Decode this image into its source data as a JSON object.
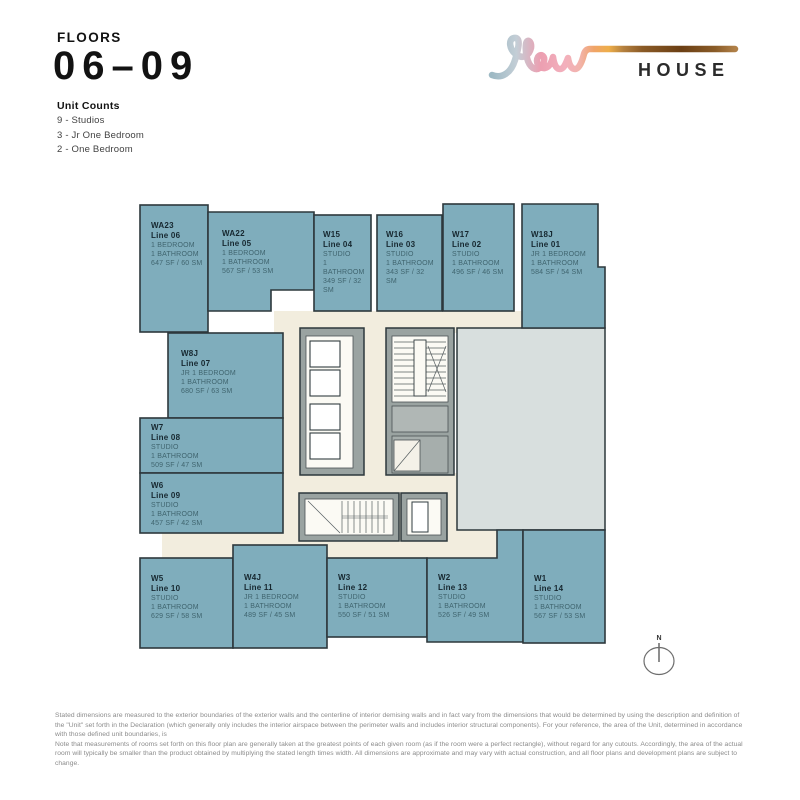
{
  "header": {
    "floors_label": "FLOORS",
    "floors_range": "06–09",
    "unit_counts_title": "Unit Counts",
    "unit_counts": [
      "9 - Studios",
      "3 - Jr One Bedroom",
      "2 - One Bedroom"
    ]
  },
  "logo": {
    "brand_script": "flow",
    "brand_text": "HOUSE"
  },
  "colors": {
    "unit_fill": "#7fadbc",
    "corridor_fill": "#f2edde",
    "open_area_fill": "#d8dfde",
    "core_wall": "#9aa3a1",
    "wall_line": "#2d383c",
    "unit_title_text": "#16272f",
    "unit_detail_text": "#40656f",
    "logo_script_blue": "#9db9c4",
    "logo_script_pink": "#f0a3b5",
    "logo_script_orange": "#eeae4a",
    "logo_tail_brown": "#6b3f14"
  },
  "floorplan": {
    "units": [
      {
        "id": "WA23",
        "line": "Line 06",
        "rooms": [
          "1 BEDROOM",
          "1 BATHROOM"
        ],
        "area": "647 SF / 60 SM"
      },
      {
        "id": "WA22",
        "line": "Line 05",
        "rooms": [
          "1 BEDROOM",
          "1 BATHROOM"
        ],
        "area": "567 SF / 53 SM"
      },
      {
        "id": "W15",
        "line": "Line 04",
        "rooms": [
          "STUDIO",
          "1 BATHROOM"
        ],
        "area": "349 SF / 32 SM"
      },
      {
        "id": "W16",
        "line": "Line 03",
        "rooms": [
          "STUDIO",
          "1 BATHROOM"
        ],
        "area": "343 SF / 32 SM"
      },
      {
        "id": "W17",
        "line": "Line 02",
        "rooms": [
          "STUDIO",
          "1 BATHROOM"
        ],
        "area": "496 SF / 46 SM"
      },
      {
        "id": "W18J",
        "line": "Line 01",
        "rooms": [
          "JR 1 BEDROOM",
          "1 BATHROOM"
        ],
        "area": "584 SF / 54 SM"
      },
      {
        "id": "W8J",
        "line": "Line 07",
        "rooms": [
          "JR 1 BEDROOM",
          "1 BATHROOM"
        ],
        "area": "680 SF / 63 SM"
      },
      {
        "id": "W7",
        "line": "Line 08",
        "rooms": [
          "STUDIO",
          "1 BATHROOM"
        ],
        "area": "509 SF / 47 SM"
      },
      {
        "id": "W6",
        "line": "Line 09",
        "rooms": [
          "STUDIO",
          "1 BATHROOM"
        ],
        "area": "457 SF / 42 SM"
      },
      {
        "id": "W5",
        "line": "Line 10",
        "rooms": [
          "STUDIO",
          "1 BATHROOM"
        ],
        "area": "629 SF / 58 SM"
      },
      {
        "id": "W4J",
        "line": "Line 11",
        "rooms": [
          "JR 1 BEDROOM",
          "1 BATHROOM"
        ],
        "area": "489 SF / 45 SM"
      },
      {
        "id": "W3",
        "line": "Line 12",
        "rooms": [
          "STUDIO",
          "1 BATHROOM"
        ],
        "area": "550 SF / 51 SM"
      },
      {
        "id": "W2",
        "line": "Line 13",
        "rooms": [
          "STUDIO",
          "1 BATHROOM"
        ],
        "area": "526 SF / 49 SM"
      },
      {
        "id": "W1",
        "line": "Line 14",
        "rooms": [
          "STUDIO",
          "1 BATHROOM"
        ],
        "area": "567 SF / 53 SM"
      }
    ],
    "compass_label": "N"
  },
  "disclaimer": {
    "para1": "Stated dimensions are measured to the exterior boundaries of the exterior walls and the centerline of interior demising walls and in fact vary from the dimensions that would be determined by using the description and definition of the \"Unit\" set forth in the Declaration (which generally only includes the interior airspace between the perimeter walls and includes interior structural components).  For your reference, the area of the Unit, determined in accordance with those defined unit boundaries, is",
    "para2": "Note that measurements of rooms set forth on this floor plan are generally taken at the greatest points of each given room (as if the room were a perfect rectangle), without regard for any cutouts.  Accordingly, the area of the actual room will typically be smaller than the product obtained by multiplying the stated length times width.  All dimensions are approximate and may vary with actual construction, and all floor plans and development plans are subject to change."
  }
}
